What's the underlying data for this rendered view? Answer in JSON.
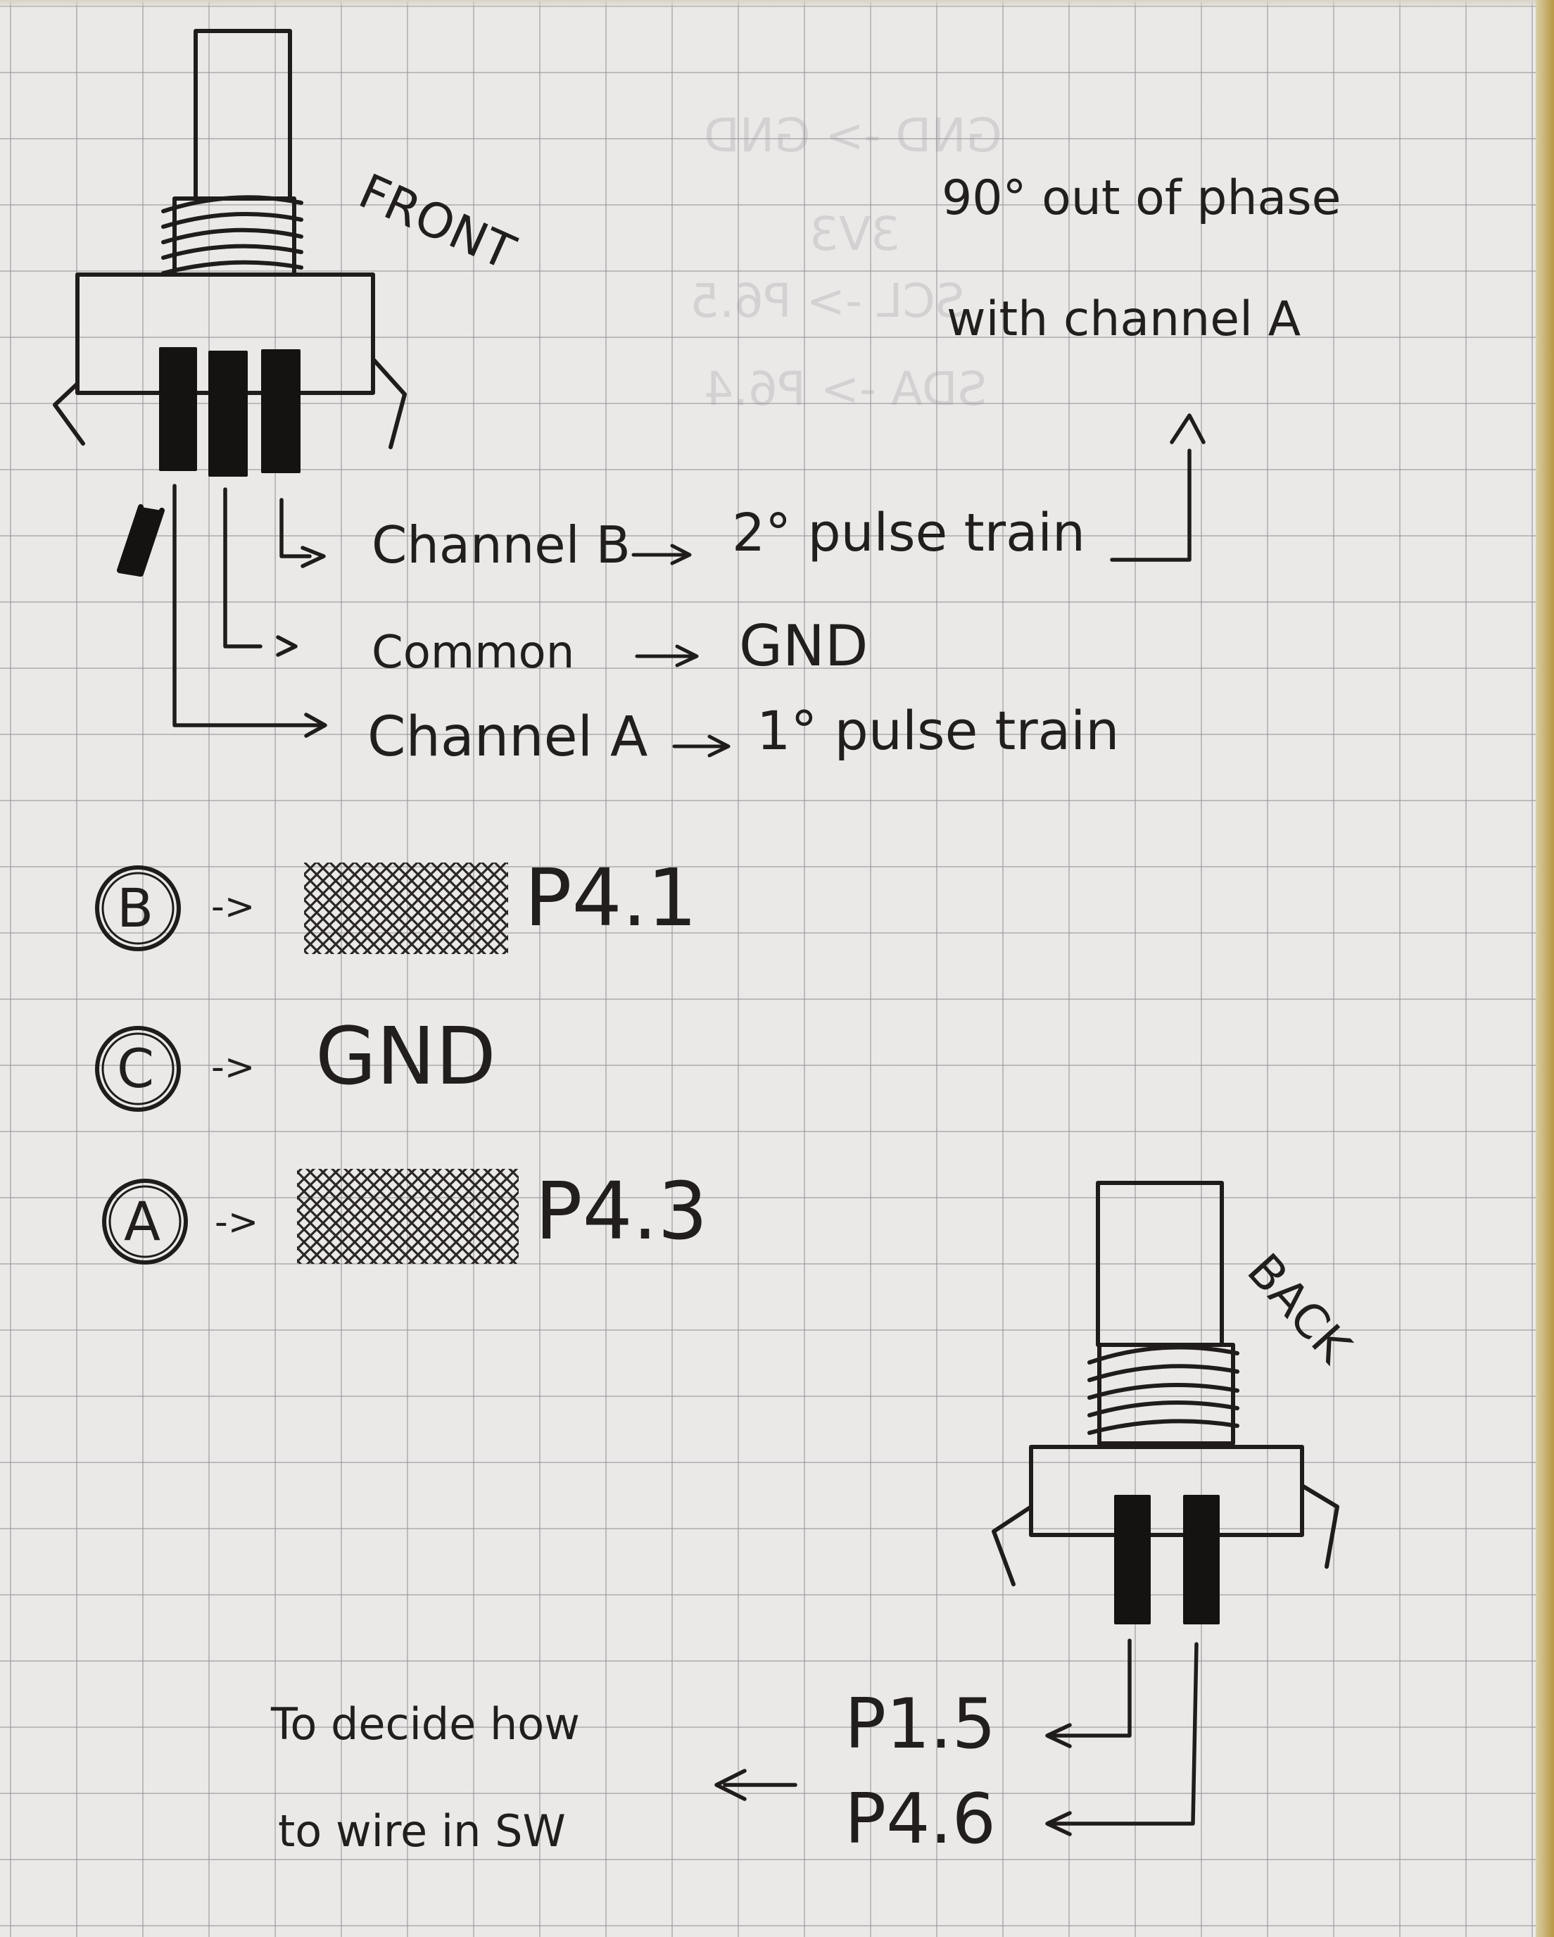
{
  "front_label": "FRONT",
  "back_label": "BACK",
  "phase_note": {
    "line1": "90° out of phase",
    "line2": "with channel A"
  },
  "pins": [
    {
      "label": "Channel B",
      "target": "2° pulse train"
    },
    {
      "label": "Common",
      "target": "GND"
    },
    {
      "label": "Channel A",
      "target": "1° pulse train"
    }
  ],
  "mapping": [
    {
      "key": "B",
      "value": "P4.1"
    },
    {
      "key": "C",
      "value": "GND"
    },
    {
      "key": "A",
      "value": "P4.3"
    }
  ],
  "arrow_text": "->",
  "switch_pins": [
    {
      "value": "P1.5"
    },
    {
      "value": "P4.6"
    }
  ],
  "switch_note": {
    "line1": "To decide how",
    "line2": "to wire in SW"
  },
  "ghost_text": [
    "GND -> GND",
    "3V3",
    "SCL -> P6.5",
    "SDA -> P6.4"
  ],
  "colors": {
    "paper": "#ebe9e8",
    "grid": "#969496",
    "ink": "#1c1a19"
  }
}
